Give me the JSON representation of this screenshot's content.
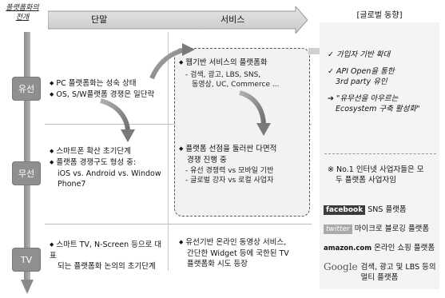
{
  "header": {
    "axis_title": "플랫폼화의 전개",
    "col_terminal": "단말",
    "col_service": "서비스"
  },
  "rows": [
    {
      "label": "유선"
    },
    {
      "label": "무선"
    },
    {
      "label": "TV"
    }
  ],
  "terminal": {
    "wired": [
      "PC 플랫폼화는 성숙 상태",
      "OS, S/W플랫폼 경쟁은 일단락"
    ],
    "wireless": [
      "스마트폰 확산 초기단계",
      "플랫폼 경쟁구도 형성 중:",
      "iOS vs. Android vs. Window",
      "Phone7"
    ],
    "tv": [
      "스마트 TV, N-Screen 등으로 대표",
      "되는 플랫폼화 논의의 초기단계"
    ]
  },
  "service": {
    "wired_head": "웹기반 서비스의 플랫폼화",
    "wired_sub": [
      "- 검색, 광고, LBS, SNS,",
      "동영상, UC, Commerce ..."
    ],
    "wireless_head": [
      "플랫폼 선점을 둘러싼 다면적",
      "경쟁 진행 중"
    ],
    "wireless_sub": [
      "- 유선 경쟁력 vs 모바일 기반",
      "- 글로벌 강자 vs 로컬 사업자"
    ],
    "tv": [
      "유선기반 온라인 동영상 서비스,",
      "간단한 Widget 등에 국한된 TV",
      "플랫폼화 시도 등장"
    ]
  },
  "global": {
    "title": "[글로벌 동향]",
    "items": [
      {
        "mark": "✓",
        "lines": [
          "가입자 기반 확대"
        ]
      },
      {
        "mark": "✓",
        "lines": [
          "API Open을 통한",
          "3rd party 유인"
        ]
      },
      {
        "mark": "➔",
        "lines": [
          "\"유무선을 아우르는",
          "Ecosystem 구축 활성화\""
        ]
      }
    ],
    "note": [
      "※ No.1 인터넷 사업자들은 모",
      "두 플랫폼 사업자임"
    ],
    "companies": [
      {
        "logo": "facebook",
        "desc": "SNS 플랫폼"
      },
      {
        "logo": "twitter",
        "desc": "마이크로 블로깅 플랫폼"
      },
      {
        "logo": "amazon.com",
        "desc": "온라인 쇼핑 플랫폼"
      },
      {
        "logo": "Google",
        "desc": "검색, 광고 및 LBS 등의 멀티 플랫폼"
      }
    ]
  }
}
